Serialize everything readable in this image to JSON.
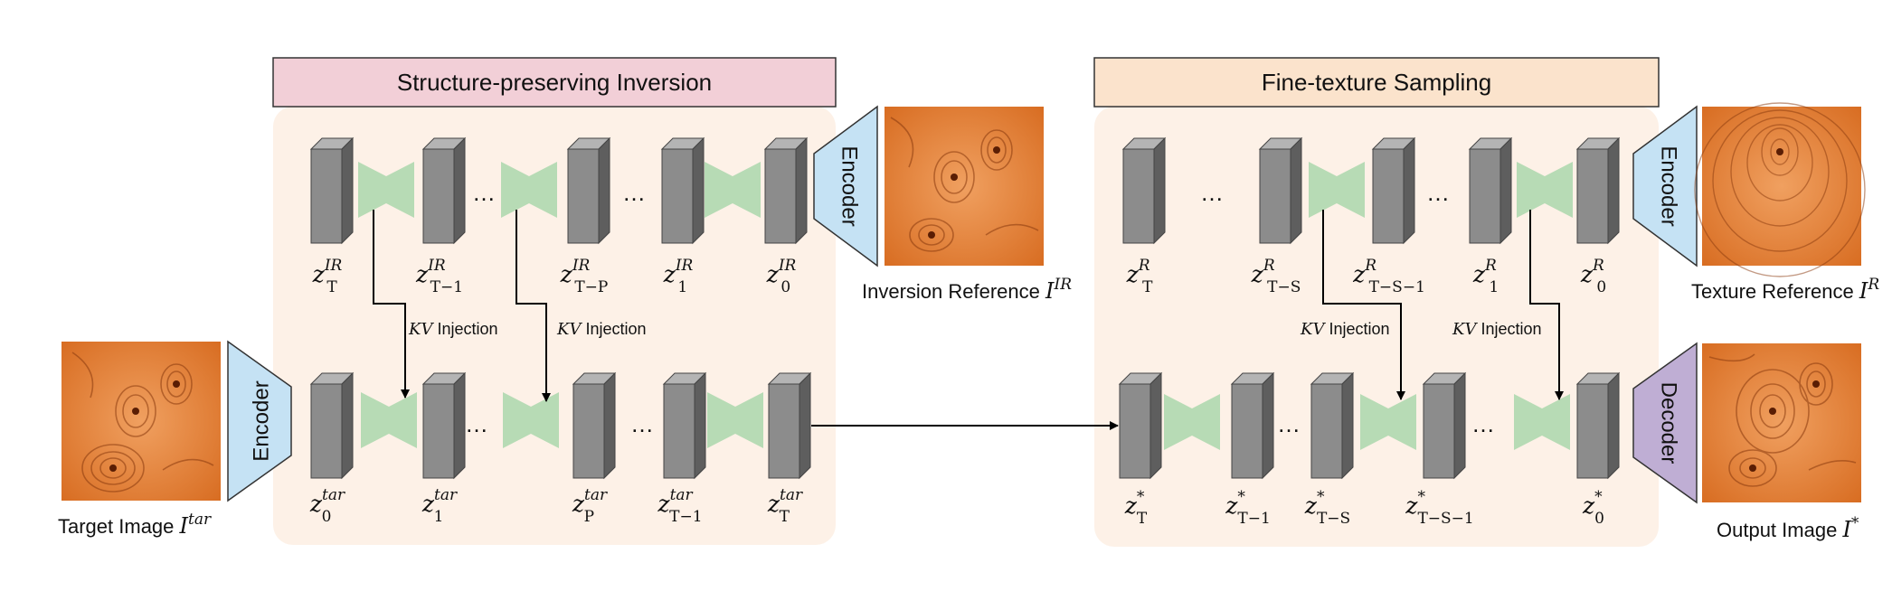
{
  "colors": {
    "panel_bg": "#fdf1e7",
    "inversion_title_bg": "#f2cfd7",
    "sampling_title_bg": "#fbe3cc",
    "unet": "#b7dbb5",
    "encoder": "#c5e2f4",
    "decoder": "#bfaed4",
    "latent_front": "#8c8c8c",
    "texture": "#e07a2c"
  },
  "panels": {
    "inversion": {
      "title": "Structure-preserving Inversion"
    },
    "sampling": {
      "title": "Fine-texture Sampling"
    }
  },
  "blocks": {
    "encoder_label": "Encoder",
    "decoder_label": "Decoder"
  },
  "images": {
    "target": {
      "caption": "Target Image",
      "sup": "tar"
    },
    "inversion_ref": {
      "caption": "Inversion Reference",
      "sup": "IR"
    },
    "texture_ref": {
      "caption": "Texture Reference",
      "sup": "R"
    },
    "output": {
      "caption": "Output Image",
      "sup": "*"
    }
  },
  "injection": {
    "kv": "KV",
    "text": " Injection"
  },
  "ellipsis": "…",
  "latents": {
    "inv_top": [
      {
        "sup": "IR",
        "sub": "T"
      },
      {
        "sup": "IR",
        "sub": "T−1"
      },
      {
        "sup": "IR",
        "sub": "T−P"
      },
      {
        "sup": "IR",
        "sub": "1"
      },
      {
        "sup": "IR",
        "sub": "0"
      }
    ],
    "inv_bottom": [
      {
        "sup": "tar",
        "sub": "0"
      },
      {
        "sup": "tar",
        "sub": "1"
      },
      {
        "sup": "tar",
        "sub": "P"
      },
      {
        "sup": "tar",
        "sub": "T−1"
      },
      {
        "sup": "tar",
        "sub": "T"
      }
    ],
    "samp_top": [
      {
        "sup": "R",
        "sub": "T"
      },
      {
        "sup": "R",
        "sub": "T−S"
      },
      {
        "sup": "R",
        "sub": "T−S−1"
      },
      {
        "sup": "R",
        "sub": "1"
      },
      {
        "sup": "R",
        "sub": "0"
      }
    ],
    "samp_bottom": [
      {
        "sup": "*",
        "sub": "T"
      },
      {
        "sup": "*",
        "sub": "T−1"
      },
      {
        "sup": "*",
        "sub": "T−S"
      },
      {
        "sup": "*",
        "sub": "T−S−1"
      },
      {
        "sup": "*",
        "sub": "0"
      }
    ]
  }
}
